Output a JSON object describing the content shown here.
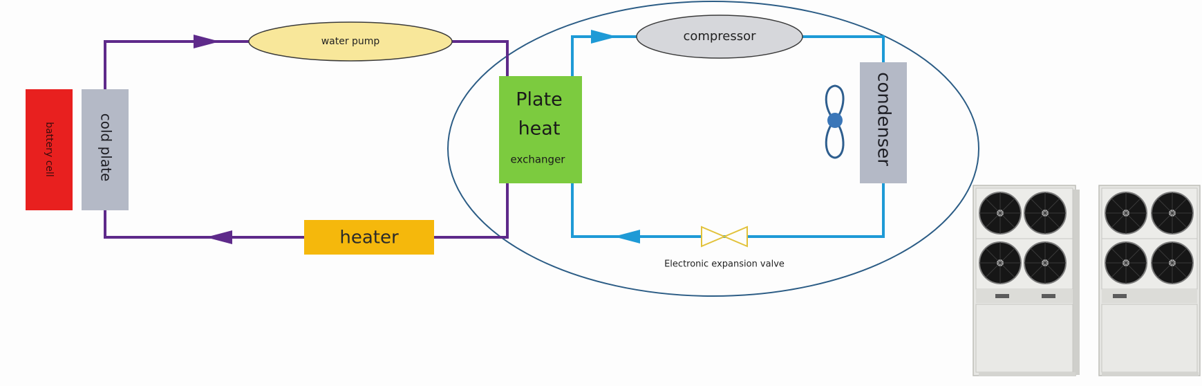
{
  "components": {
    "battery_cell": "battery cell",
    "cold_plate": "cold plate",
    "water_pump": "water pump",
    "heater": "heater",
    "plate_heat_exchanger": [
      "Plate",
      "heat",
      "exchanger"
    ],
    "compressor": "compressor",
    "condenser": "condenser",
    "expansion_valve": "Electronic expansion valve"
  },
  "colors": {
    "coolant_loop": "#5e2a8a",
    "refrigerant_loop": "#1e9ad6",
    "battery": "#e8201f",
    "cold_plate": "#b4b9c6",
    "water_pump": "#f8e79a",
    "heater": "#f5b80c",
    "plate_heat_exchanger": "#7ccb3f",
    "compressor": "#d6d7db",
    "condenser": "#b4b9c6",
    "valve": "#e2c23a",
    "fan": "#3a76b8",
    "enclosure": "#2b5c85"
  },
  "icons": {
    "fan": "fan-icon",
    "valve": "expansion-valve-icon",
    "flow_arrow": "flow-arrow-icon"
  },
  "units_photo": {
    "count": 2,
    "fans_per_unit": 4,
    "description": "outdoor chiller units"
  }
}
